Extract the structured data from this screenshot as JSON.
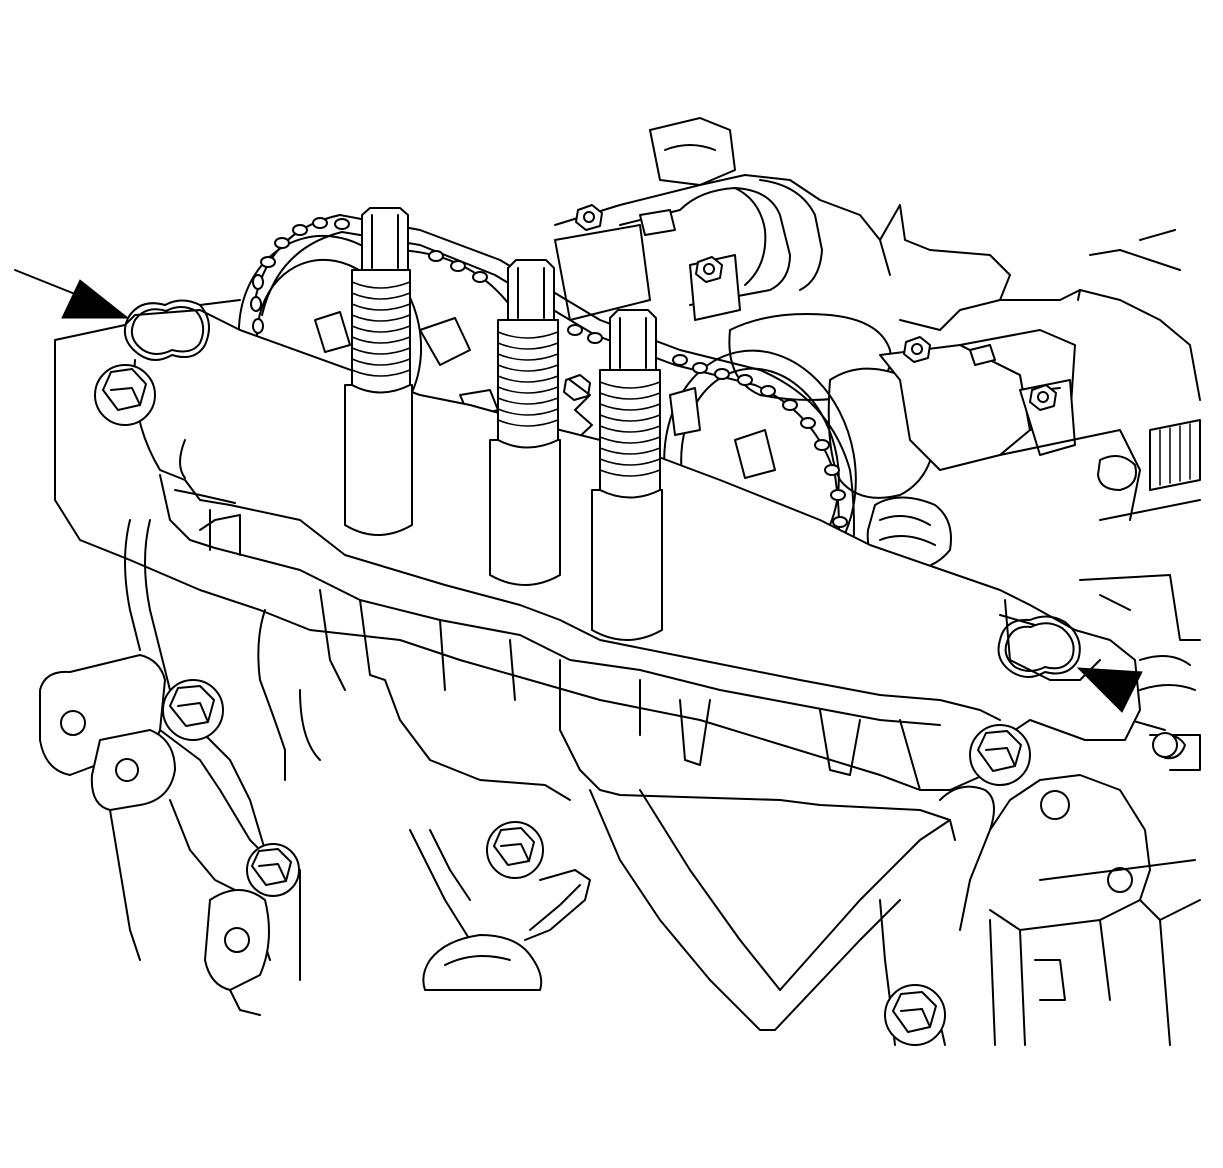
{
  "figure": {
    "components": [
      "timing-plate",
      "camshaft-holding-pins",
      "timing-chain",
      "camshaft-sprockets",
      "camshaft",
      "cylinder-head",
      "locating-bolts",
      "gasket-seals"
    ],
    "callouts": [
      {
        "icon": "arrow-pointer-icon",
        "target": "left-gasket-seal"
      },
      {
        "icon": "arrow-pointer-icon",
        "target": "right-gasket-seal"
      }
    ],
    "colors": {
      "line": "#000000",
      "background": "#ffffff"
    }
  }
}
